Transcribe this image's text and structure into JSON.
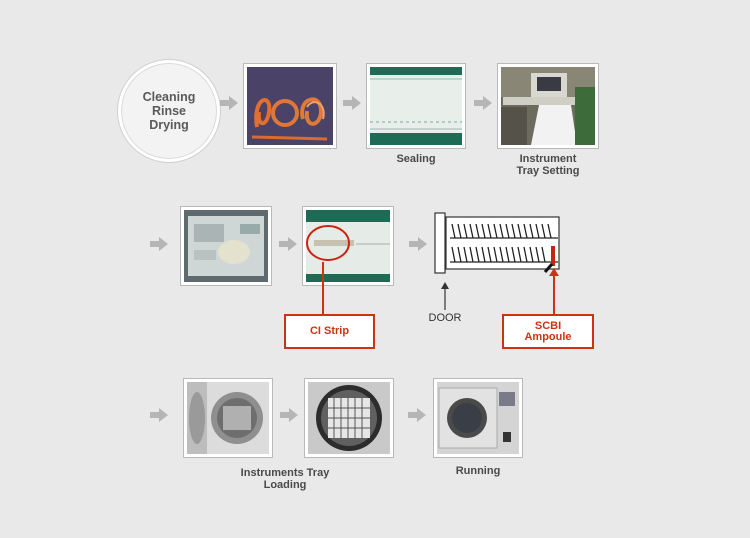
{
  "steps": {
    "cleaning": "Cleaning\nRinse\nDrying",
    "sealing": "Sealing",
    "tray_setting": "Instrument\nTray Setting",
    "loading": "Instruments Tray\nLoading",
    "running": "Running"
  },
  "labels": {
    "ci_strip": "CI Strip",
    "door": "DOOR",
    "scbi": "SCBI\nAmpoule"
  },
  "colors": {
    "background": "#e9e9e9",
    "arrow": "#b5b5b5",
    "highlight": "#cc3311"
  }
}
